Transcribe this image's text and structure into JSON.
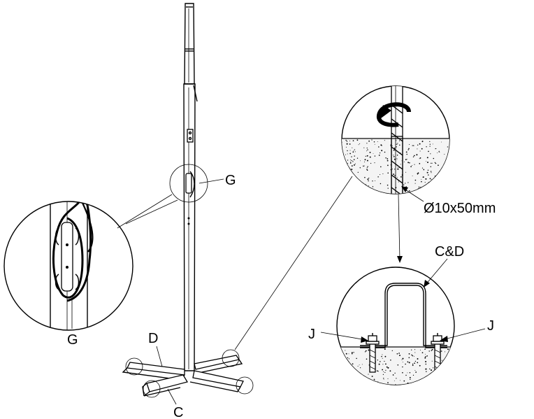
{
  "labels": {
    "g_post": "G",
    "g_detail": "G",
    "d_leg": "D",
    "c_leg": "C",
    "drill_size": "Ø10x50mm",
    "bracket": "C&D",
    "bolt_left": "J",
    "bolt_right": "J"
  },
  "colors": {
    "ink": "#000000",
    "concrete_fill": "#f4f4f4",
    "background": "#ffffff"
  },
  "icons": {
    "drill_rotation": "curved-arrow-icon",
    "drill_bit": "twist-drill-bit",
    "anchor_bolt": "anchor-bolt-with-nut-icon"
  }
}
